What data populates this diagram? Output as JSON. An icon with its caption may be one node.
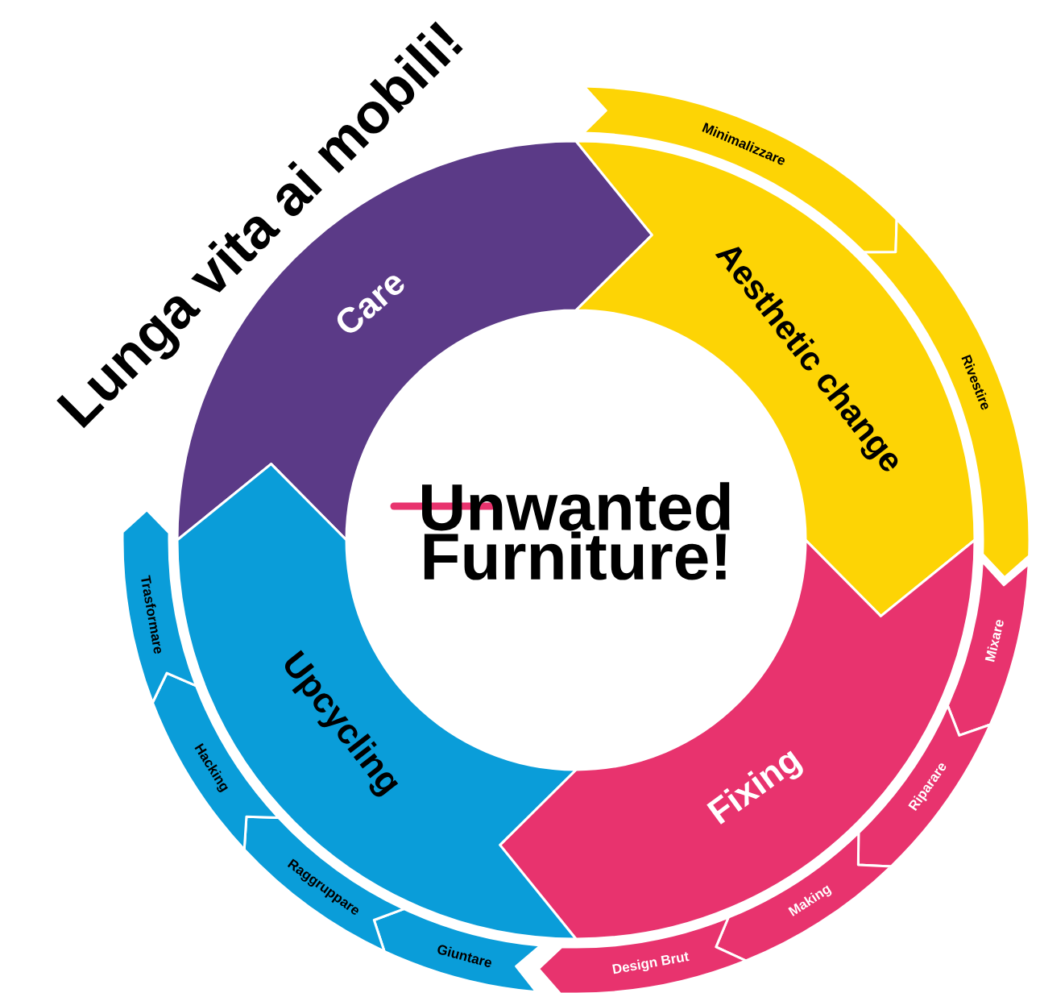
{
  "diagram": {
    "title": "Lunga vita ai mobili!",
    "nodes": [
      {
        "text": [
          "Unwanted Furniture!"
        ]
      },
      {
        "text": [
          "Care"
        ]
      },
      {
        "text": [
          "Aesthetic change"
        ]
      },
      {
        "text": [
          "Fixing"
        ]
      },
      {
        "text": [
          "Upcycling"
        ]
      },
      {
        "text": [
          "Minimalizzare"
        ]
      },
      {
        "text": [
          "Rivestire"
        ]
      },
      {
        "text": [
          "Mixare"
        ]
      },
      {
        "text": [
          "Riparare"
        ]
      },
      {
        "text": [
          "Making"
        ]
      },
      {
        "text": [
          "Design Brut"
        ]
      },
      {
        "text": [
          "Giuntare"
        ]
      },
      {
        "text": [
          "Raggruppare"
        ]
      },
      {
        "text": [
          "Hacking"
        ]
      },
      {
        "text": [
          "Trasformare"
        ]
      }
    ]
  }
}
